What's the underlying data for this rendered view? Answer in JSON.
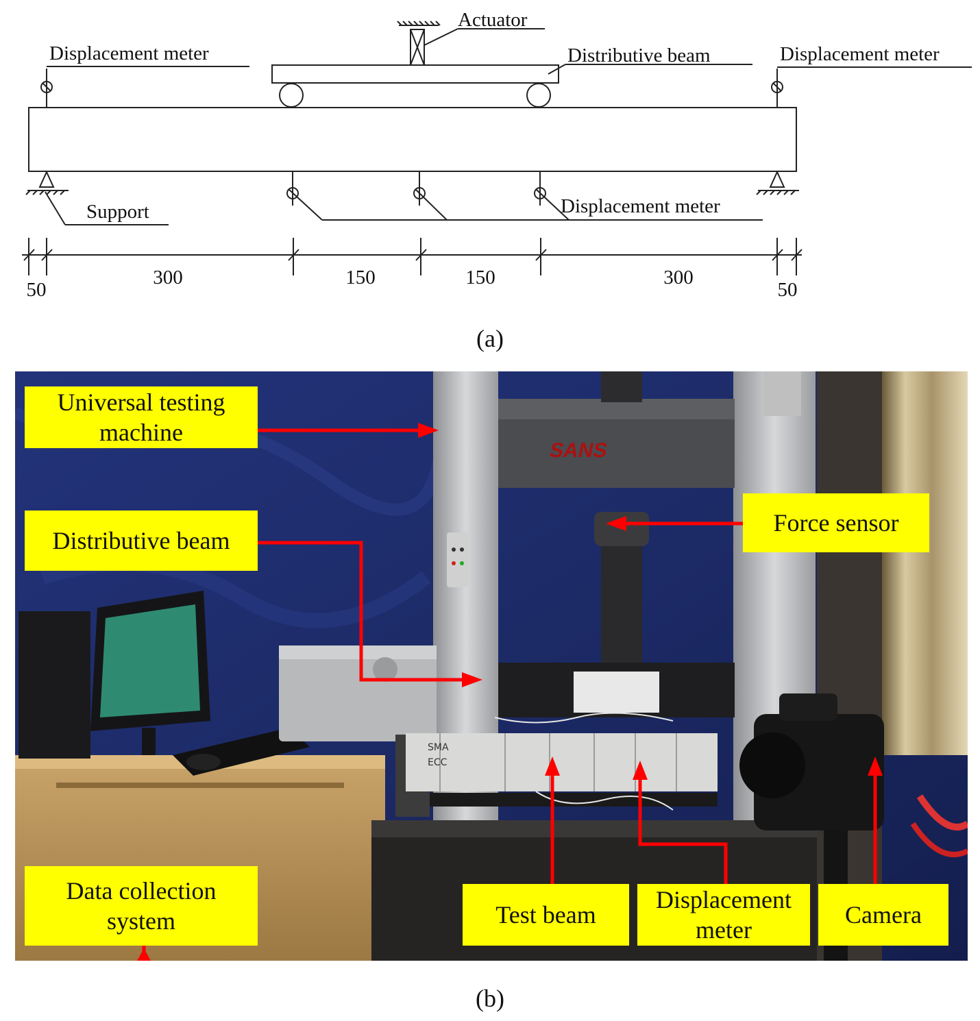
{
  "diagram": {
    "labels": {
      "actuator": "Actuator",
      "distributive_beam": "Distributive beam",
      "displacement_meter_left": "Displacement meter",
      "displacement_meter_right": "Displacement meter",
      "displacement_meter_bottom": "Displacement meter",
      "support": "Support"
    },
    "dimensions": [
      "50",
      "300",
      "150",
      "150",
      "300",
      "50"
    ]
  },
  "captions": {
    "a": "(a)",
    "b": "(b)"
  },
  "photo": {
    "callouts": {
      "universal_testing_machine": "Universal testing\nmachine",
      "distributive_beam": "Distributive beam",
      "force_sensor": "Force sensor",
      "data_collection_system": "Data collection\nsystem",
      "test_beam": "Test beam",
      "displacement_meter": "Displacement\nmeter",
      "camera": "Camera"
    },
    "beam_marking": [
      "SMA",
      "ECC"
    ],
    "machine_brand": "SANS",
    "colors": {
      "callout_fill": "#ffff00",
      "arrow": "#ff0000",
      "curtain": "#1c2a66"
    }
  }
}
